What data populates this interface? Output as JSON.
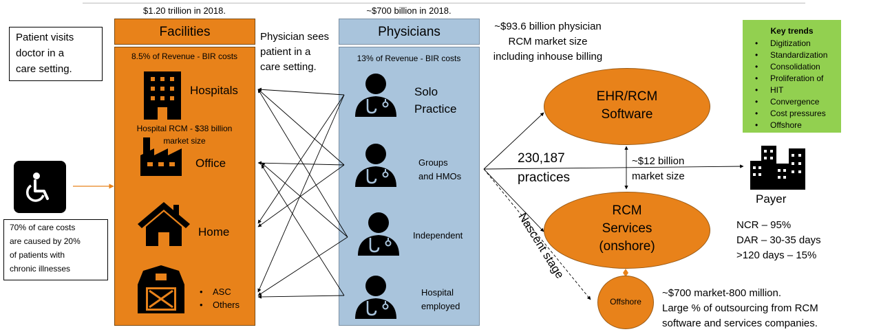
{
  "facilities": {
    "header": "Facilities",
    "top_value": "$1.20 trillion in 2018.",
    "revenue_note": "8.5% of Revenue - BIR costs",
    "hospitals": "Hospitals",
    "hospital_rcm_line1": "Hospital RCM - $38 billion",
    "hospital_rcm_line2": "market size",
    "office": "Office",
    "home": "Home",
    "asc": "ASC",
    "others": "Others"
  },
  "physicians": {
    "header": "Physicians",
    "top_value": "~$700 billion in 2018.",
    "revenue_note": "13% of Revenue -  BIR costs",
    "solo_line1": "Solo",
    "solo_line2": "Practice",
    "groups_line1": "Groups",
    "groups_line2": "and HMOs",
    "independent": "Independent",
    "hospital_line1": "Hospital",
    "hospital_line2": "employed"
  },
  "patient_visit": {
    "line1": "Patient visits",
    "line2": "doctor in a",
    "line3": "care setting."
  },
  "physician_sees": {
    "line1": "Physician sees",
    "line2": "patient in a",
    "line3": "care setting."
  },
  "chronic": {
    "line1": "70% of care costs",
    "line2": "are caused by 20%",
    "line3": "of patients with",
    "line4": "chronic illnesses"
  },
  "physician_rcm": {
    "line1": "~$93.6 billion physician",
    "line2": "RCM market size",
    "line3": "including inhouse billing"
  },
  "key_trends": {
    "title": "Key trends",
    "items": [
      "Digitization",
      "Standardization",
      "Consolidation",
      "Proliferation of",
      "HIT",
      "Convergence",
      "Cost pressures",
      "Offshore"
    ]
  },
  "ehr": {
    "line1": "EHR/RCM",
    "line2": "Software"
  },
  "rcm": {
    "line1": "RCM",
    "line2": "Services",
    "line3": "(onshore)"
  },
  "offshore": {
    "label": "Offshore"
  },
  "practices": {
    "line1": "230,187",
    "line2": "practices"
  },
  "market": {
    "line1": "~$12 billion",
    "line2": "market size"
  },
  "payer": {
    "label": "Payer",
    "ncr": "NCR – 95%",
    "dar": "DAR – 30-35 days",
    "over120": ">120 days – 15%"
  },
  "nascent": "Nascent stage",
  "offshore_market": {
    "line1": "~$700 market-800 million.",
    "line2": "Large % of outsourcing from RCM",
    "line3": "software and services companies."
  },
  "colors": {
    "orange": "#e8821a",
    "blue": "#a9c4dc",
    "green": "#92d050"
  },
  "icons": [
    "wheelchair-icon",
    "hospital-building-icon",
    "factory-icon",
    "house-icon",
    "barn-icon",
    "doctor-icon",
    "payer-buildings-icon"
  ]
}
